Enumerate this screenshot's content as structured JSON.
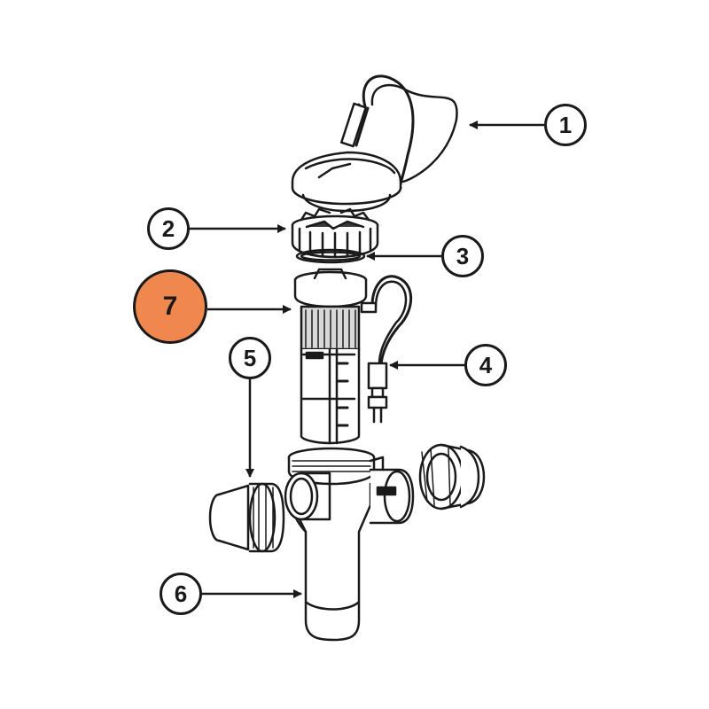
{
  "diagram": {
    "colors": {
      "line": "#1a1a1a",
      "highlight": "#f0874f",
      "fill": "#ffffff",
      "shade": "#d9d9d9",
      "dark": "#3a3a3a"
    },
    "callouts": [
      {
        "id": "1",
        "label": "1",
        "part": "cable"
      },
      {
        "id": "2",
        "label": "2",
        "part": "lock-ring"
      },
      {
        "id": "3",
        "label": "3",
        "part": "o-ring"
      },
      {
        "id": "4",
        "label": "4",
        "part": "sensor"
      },
      {
        "id": "5",
        "label": "5",
        "part": "union-fitting"
      },
      {
        "id": "6",
        "label": "6",
        "part": "housing"
      },
      {
        "id": "7",
        "label": "7",
        "part": "cell-cartridge",
        "highlighted": true
      }
    ]
  }
}
